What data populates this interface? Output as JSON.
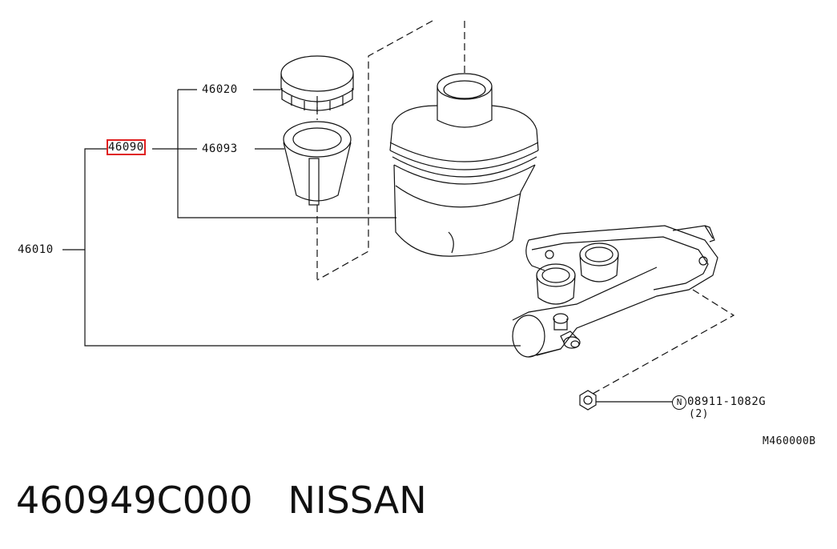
{
  "labels": {
    "p46020": "46020",
    "p46093": "46093",
    "p46090": "46090",
    "p46010": "46010",
    "bolt_code": "08911-1082G",
    "bolt_qty": "(2)",
    "bolt_circle": "N",
    "drawing_ref": "M460000B"
  },
  "caption": {
    "part_number": "460949C000",
    "brand": "NISSAN"
  },
  "colors": {
    "line": "#111111",
    "highlight": "#e02020"
  }
}
